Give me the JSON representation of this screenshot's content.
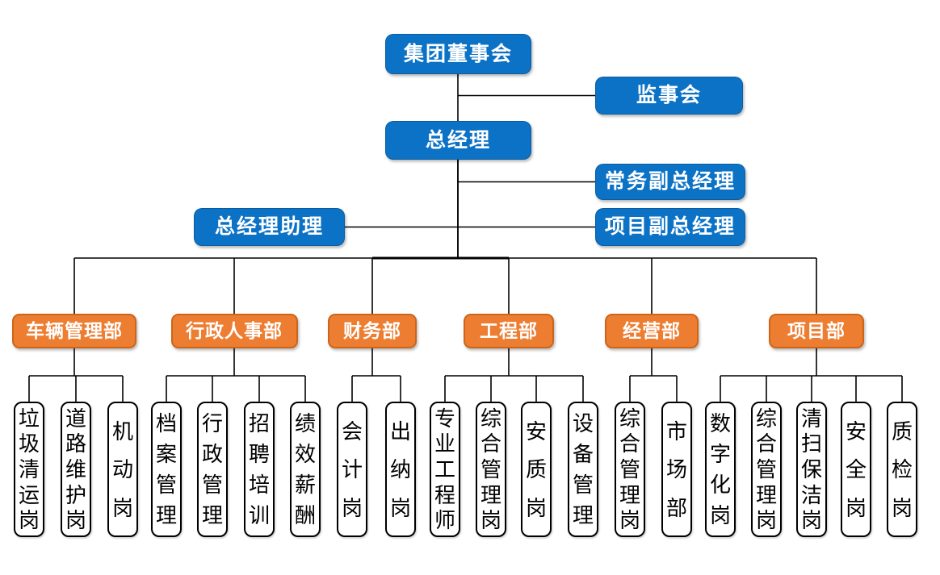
{
  "chart": {
    "board": "集团董事会",
    "supervisory": "监事会",
    "general_manager": "总经理",
    "executive_deputy_gm": "常务副总经理",
    "project_deputy_gm": "项目副总经理",
    "gm_assistant": "总经理助理",
    "departments": [
      {
        "label": "车辆管理部",
        "positions": [
          "垃圾清运岗",
          "道路维护岗",
          "机动岗"
        ]
      },
      {
        "label": "行政人事部",
        "positions": [
          "档案管理",
          "行政管理",
          "招聘培训",
          "绩效薪酬"
        ]
      },
      {
        "label": "财务部",
        "positions": [
          "会计岗",
          "出纳岗"
        ]
      },
      {
        "label": "工程部",
        "positions": [
          "专业工程师",
          "综合管理岗",
          "安质岗",
          "设备管理"
        ]
      },
      {
        "label": "经营部",
        "positions": [
          "综合管理岗",
          "市场部"
        ]
      },
      {
        "label": "项目部",
        "positions": [
          "数字化岗",
          "综合管理岗",
          "清扫保洁岗",
          "安全岗",
          "质检岗"
        ]
      }
    ],
    "colors": {
      "executive_fill": "#0B72C6",
      "department_fill": "#ED7D31",
      "department_border": "#CC6518",
      "position_border": "#000000",
      "connector": "#000000",
      "background": "#FFFFFF"
    }
  }
}
